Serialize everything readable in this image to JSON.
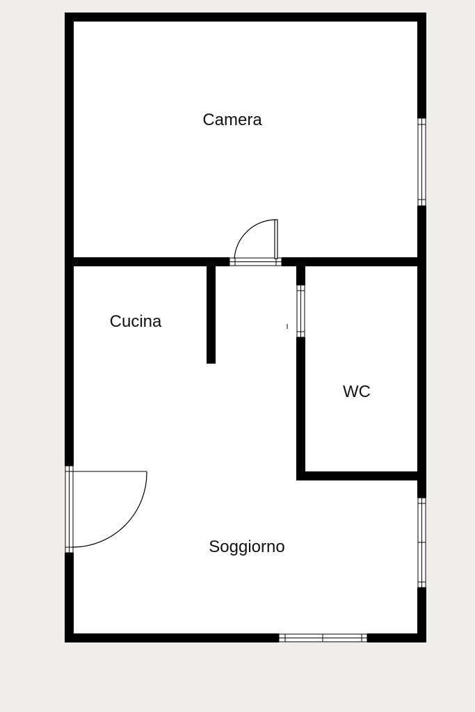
{
  "floorplan": {
    "rooms": {
      "camera": "Camera",
      "cucina": "Cucina",
      "wc": "WC",
      "soggiorno": "Soggiorno"
    }
  },
  "colors": {
    "background": "#efeeea",
    "floor": "#ffffff",
    "wall": "#000000",
    "text": "#111111"
  }
}
